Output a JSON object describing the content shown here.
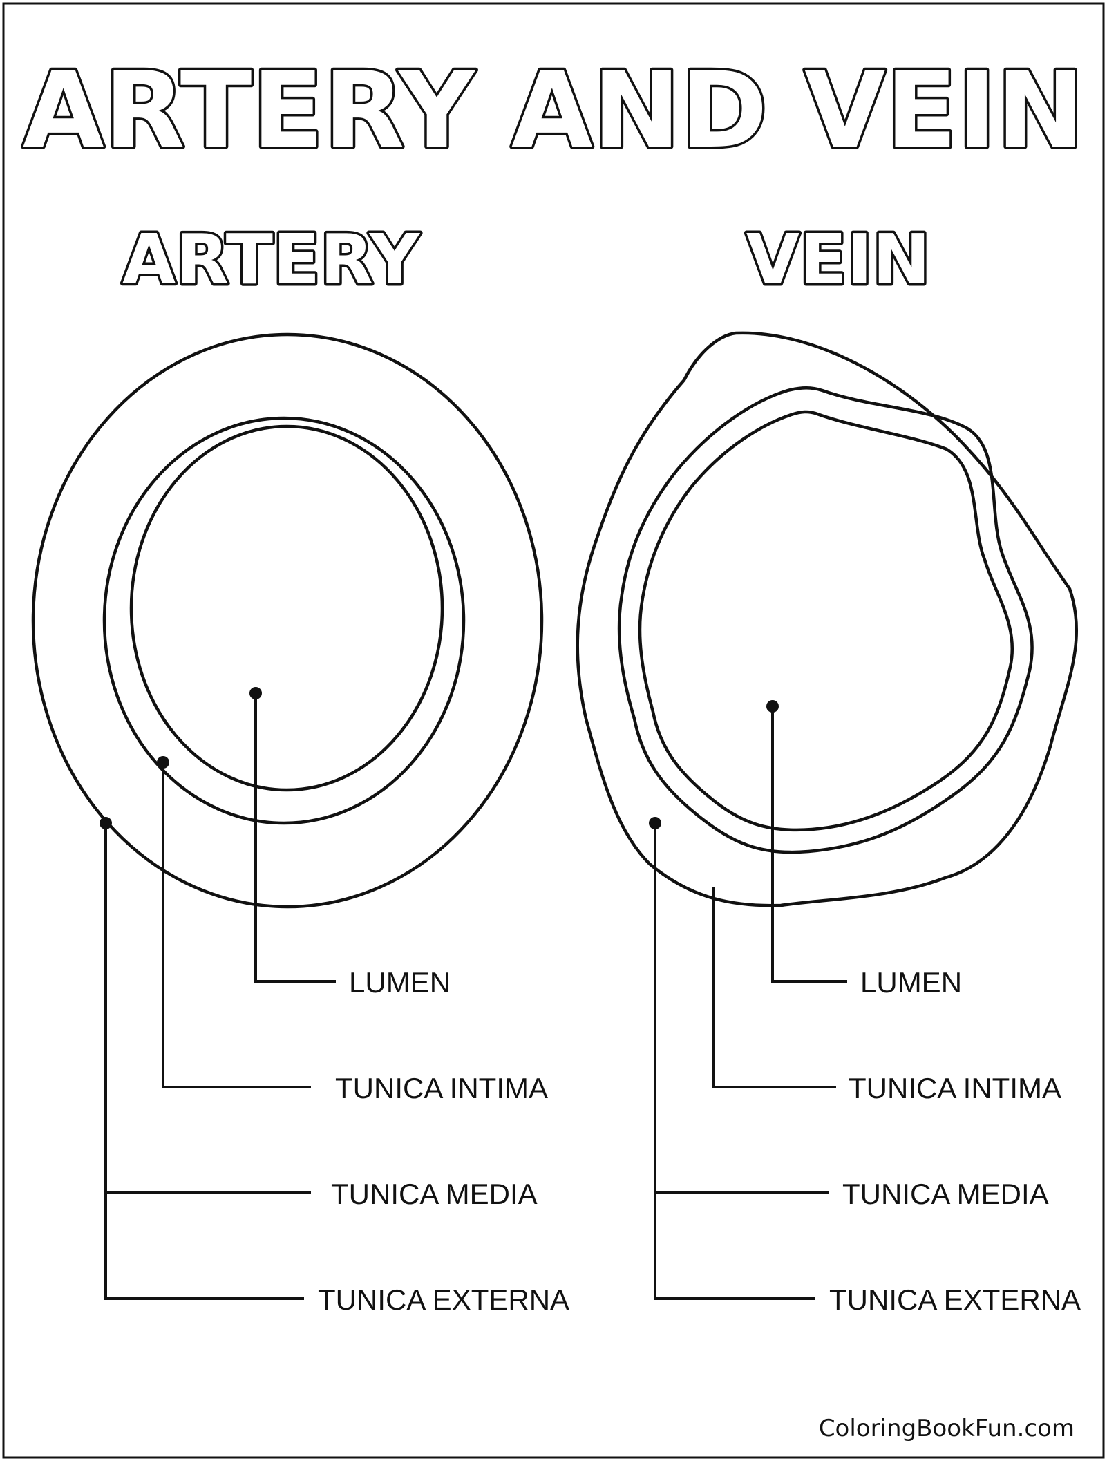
{
  "title": "ARTERY AND VEIN",
  "artery": {
    "heading": "ARTERY",
    "labels": [
      "LUMEN",
      "TUNICA INTIMA",
      "TUNICA MEDIA",
      "TUNICA EXTERNA"
    ]
  },
  "vein": {
    "heading": "VEIN",
    "labels": [
      "LUMEN",
      "TUNICA INTIMA",
      "TUNICA MEDIA",
      "TUNICA EXTERNA"
    ]
  },
  "footer": "ColoringBookFun.com",
  "colors": {
    "ink": "#111111",
    "paper": "#ffffff"
  }
}
